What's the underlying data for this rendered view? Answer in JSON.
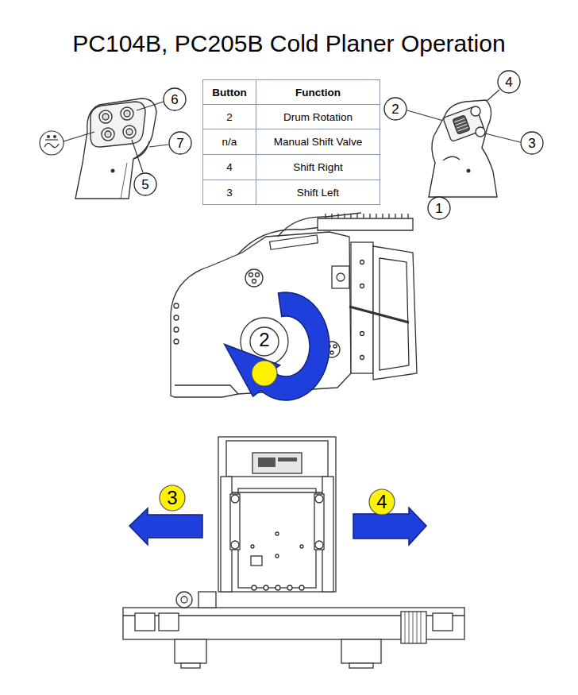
{
  "diagram": {
    "title": "PC104B, PC205B Cold Planer Operation",
    "nodes": [
      {
        "text": [
          "4"
        ]
      },
      {
        "text": [
          "6"
        ]
      },
      {
        "text": [
          "2"
        ]
      },
      {
        "text": [
          "7"
        ]
      },
      {
        "text": [
          "3"
        ]
      },
      {
        "text": [
          "5"
        ]
      },
      {
        "text": [
          "1"
        ]
      },
      {
        "text": [
          "3"
        ]
      },
      {
        "text": [
          "4"
        ]
      }
    ],
    "labels": [
      "Button",
      "Function",
      "2",
      "Drum Rotation",
      "n/a",
      "Manual Shift Valve",
      "4",
      "Shift Right",
      "3",
      "Shift Left",
      "2"
    ]
  }
}
